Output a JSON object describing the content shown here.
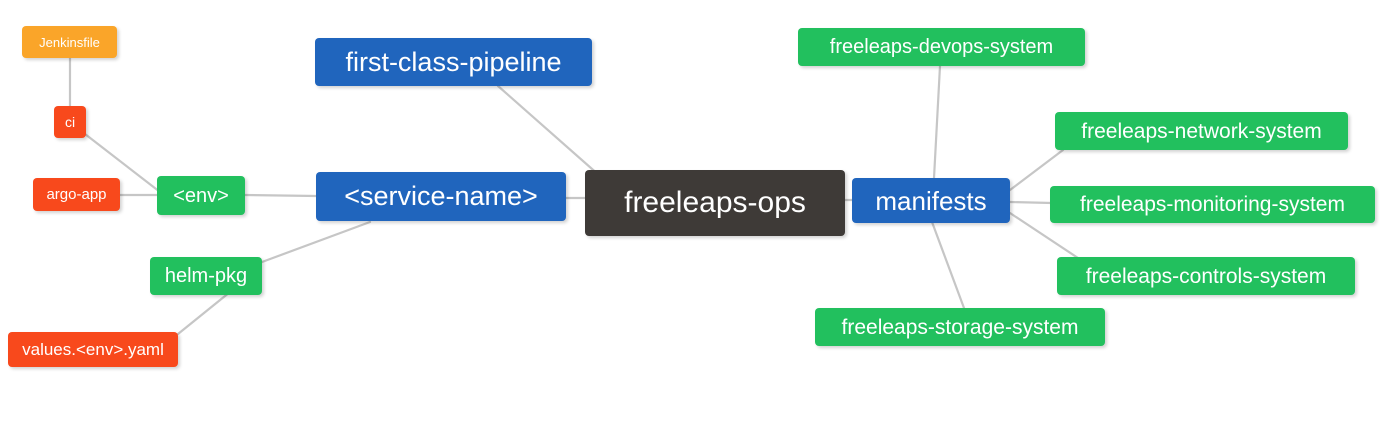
{
  "diagram": {
    "type": "mindmap",
    "title": "freeleaps-ops",
    "background": "#ffffff",
    "edge_color": "#c6c6c6",
    "palette": {
      "root": "#3E3A37",
      "blue": "#2065BD",
      "green": "#22C05E",
      "orange": "#FAA529",
      "red": "#F8491C"
    }
  },
  "nodes": {
    "root": {
      "label": "freeleaps-ops"
    },
    "service_name": {
      "label": "<service-name>"
    },
    "first_class_pipeline": {
      "label": "first-class-pipeline"
    },
    "manifests": {
      "label": "manifests"
    },
    "env": {
      "label": "<env>"
    },
    "ci": {
      "label": "ci"
    },
    "jenkinsfile": {
      "label": "Jenkinsfile"
    },
    "argo_app": {
      "label": "argo-app"
    },
    "helm_pkg": {
      "label": "helm-pkg"
    },
    "values_yaml": {
      "label": "values.<env>.yaml"
    },
    "devops_system": {
      "label": "freeleaps-devops-system"
    },
    "network_system": {
      "label": "freeleaps-network-system"
    },
    "monitoring_system": {
      "label": "freeleaps-monitoring-system"
    },
    "controls_system": {
      "label": "freeleaps-controls-system"
    },
    "storage_system": {
      "label": "freeleaps-storage-system"
    }
  },
  "edges": [
    {
      "from": "first_class_pipeline",
      "to": "root"
    },
    {
      "from": "service_name",
      "to": "root"
    },
    {
      "from": "root",
      "to": "manifests"
    },
    {
      "from": "env",
      "to": "service_name"
    },
    {
      "from": "helm_pkg",
      "to": "service_name"
    },
    {
      "from": "ci",
      "to": "env"
    },
    {
      "from": "jenkinsfile",
      "to": "ci"
    },
    {
      "from": "argo_app",
      "to": "env"
    },
    {
      "from": "values_yaml",
      "to": "helm_pkg"
    },
    {
      "from": "manifests",
      "to": "devops_system"
    },
    {
      "from": "manifests",
      "to": "network_system"
    },
    {
      "from": "manifests",
      "to": "monitoring_system"
    },
    {
      "from": "manifests",
      "to": "controls_system"
    },
    {
      "from": "manifests",
      "to": "storage_system"
    }
  ]
}
